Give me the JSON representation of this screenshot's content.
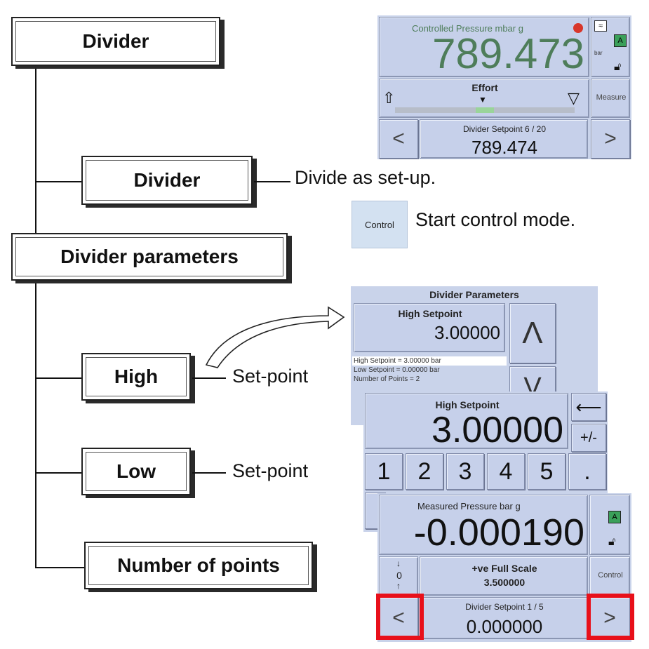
{
  "diagram": {
    "root_label": "Divider",
    "divider_label": "Divider",
    "divider_note": "Divide as set-up.",
    "control_button": "Control",
    "control_note": "Start control mode.",
    "params_label": "Divider parameters",
    "high_label": "High",
    "high_note": "Set-point",
    "low_label": "Low",
    "low_note": "Set-point",
    "points_label": "Number of points"
  },
  "screen_controlled": {
    "header": "Controlled Pressure   mbar g",
    "value": "789.473",
    "effort_label": "Effort",
    "measure_button": "Measure",
    "setpoint_label": "Divider Setpoint 6 / 20",
    "setpoint_value": "789.474",
    "prev_button": "<",
    "next_button": ">",
    "side_badge": "A",
    "side_unit": "bar",
    "color_value": "#4e7d5a"
  },
  "screen_params": {
    "title": "Divider Parameters",
    "field_label": "High Setpoint",
    "field_value": "3.00000",
    "summary": [
      "High Setpoint = 3.00000 bar",
      "Low Setpoint = 0.00000 bar",
      "Number of Points = 2"
    ],
    "up_button": "Λ",
    "down_button": "V"
  },
  "screen_keypad": {
    "title": "High Setpoint",
    "value": "3.00000",
    "backspace_icon": "⟵",
    "sign_button": "+/-",
    "keys": [
      "1",
      "2",
      "3",
      "4",
      "5",
      "."
    ]
  },
  "screen_measured": {
    "header": "Measured Pressure   bar g",
    "value": "-0.000190",
    "scale_label": "+ve Full Scale",
    "scale_value": "3.500000",
    "control_button": "Control",
    "setpoint_label": "Divider Setpoint 1 / 5",
    "setpoint_value": "0.000000",
    "prev_button": "<",
    "next_button": ">",
    "side_badge": "A",
    "zero_label": "0",
    "highlight_color": "#e8101a"
  }
}
